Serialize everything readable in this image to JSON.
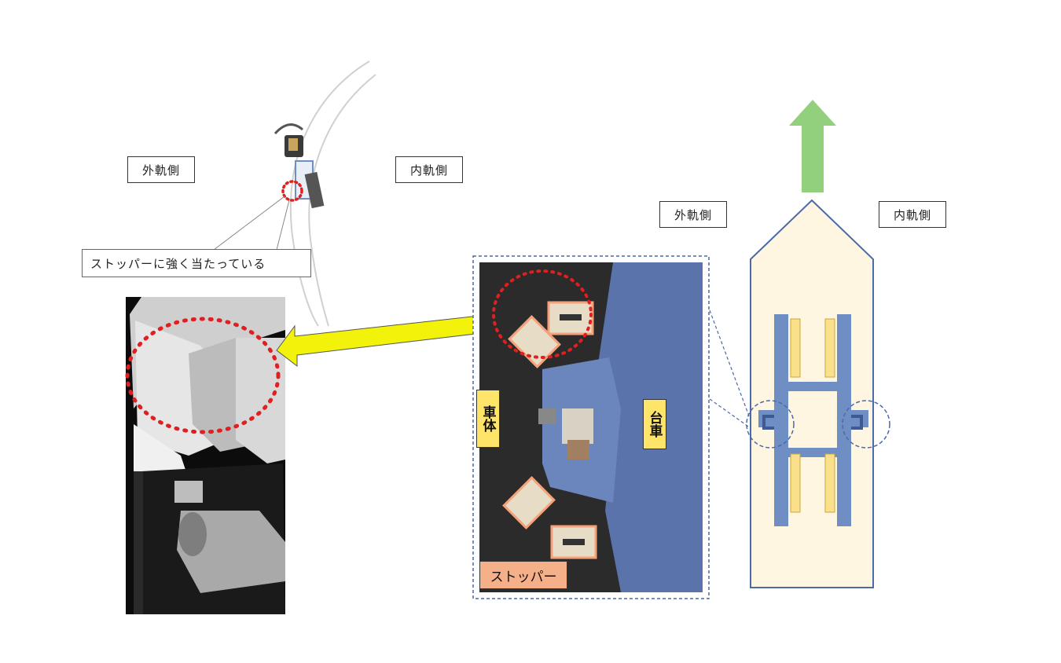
{
  "left_view": {
    "outer_label": "外軌側",
    "inner_label": "内軌側",
    "callout": "ストッパーに強く当たっている"
  },
  "center_photo": {
    "body_tag": "車体",
    "bogie_tag": "台車",
    "stopper_tag": "ストッパー"
  },
  "right_diagram": {
    "outer_label": "外軌側",
    "inner_label": "内軌側"
  },
  "colors": {
    "arrow_yellow": "#f2f20a",
    "arrow_green": "#92d07e",
    "circle_red": "#e02020",
    "bogie_blue": "#6f8fc4",
    "car_fill": "#fff6e2"
  }
}
